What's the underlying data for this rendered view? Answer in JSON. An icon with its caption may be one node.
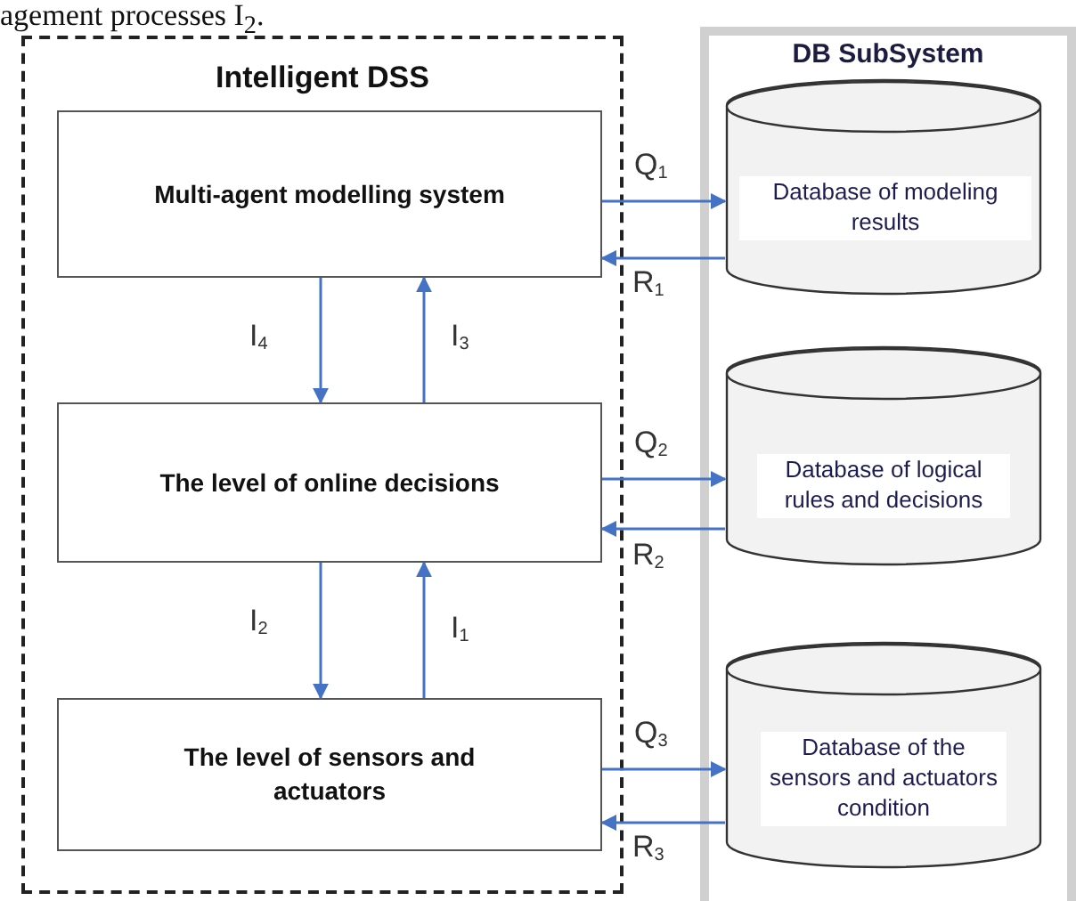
{
  "diagram": {
    "nodes": [
      {
        "text": [
          "Intelligent DSS"
        ]
      },
      {
        "text": [
          "Multi-agent modelling system"
        ],
        "in": 0
      },
      {
        "text": [
          "The level of online decisions"
        ],
        "in": 0
      },
      {
        "text": [
          "The level of sensors and actuators"
        ],
        "in": 0
      },
      {
        "text": [
          "DB SubSystem"
        ]
      },
      {
        "text": [
          "Database of modeling results"
        ],
        "in": 4
      },
      {
        "text": [
          "Database of logical rules and decisions"
        ],
        "in": 4
      },
      {
        "text": [
          "Database of the sensors and actuators condition"
        ],
        "in": 4
      }
    ],
    "edges": [
      {
        "from": 1,
        "to": 5,
        "arrow": "to",
        "label": "Q$_{1}$"
      },
      {
        "from": 5,
        "to": 1,
        "arrow": "to",
        "label": "R$_{1}$"
      },
      {
        "from": 1,
        "to": 2,
        "arrow": "to",
        "label": "I$_{4}$"
      },
      {
        "from": 2,
        "to": 1,
        "arrow": "to",
        "label": "I$_{3}$"
      },
      {
        "from": 2,
        "to": 6,
        "arrow": "to",
        "label": "Q$_{2}$"
      },
      {
        "from": 6,
        "to": 2,
        "arrow": "to",
        "label": "R$_{2}$"
      },
      {
        "from": 2,
        "to": 3,
        "arrow": "to",
        "label": "I$_{2}$"
      },
      {
        "from": 3,
        "to": 2,
        "arrow": "to",
        "label": "I$_{1}$"
      },
      {
        "from": 3,
        "to": 7,
        "arrow": "to",
        "label": "Q$_{3}$"
      },
      {
        "from": 7,
        "to": 3,
        "arrow": "to",
        "label": "R$_{3}$"
      }
    ],
    "labels": [
      "agement processes I$_{2}$."
    ]
  }
}
